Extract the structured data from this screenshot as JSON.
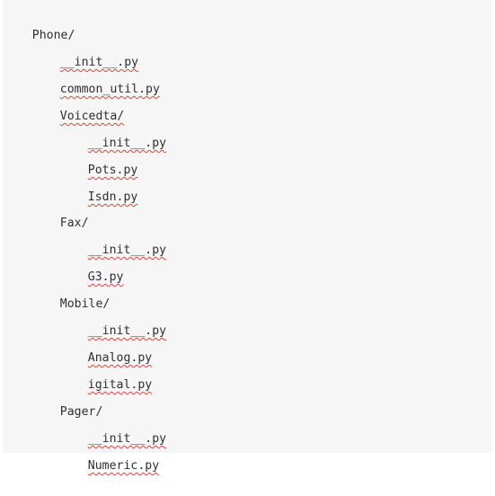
{
  "tree": {
    "root": "Phone/",
    "root_children": [
      {
        "label": "__init__.py"
      },
      {
        "label": "common_util.py"
      },
      {
        "label": "Voicedta/"
      },
      {
        "label": "__init__.py"
      },
      {
        "label": "Pots.py"
      },
      {
        "label": "Isdn.py"
      },
      {
        "label": "Fax/"
      },
      {
        "label": "__init__.py"
      },
      {
        "label": "G3.py"
      },
      {
        "label": "Mobile/"
      },
      {
        "label": "__init__.py"
      },
      {
        "label": "Analog.py"
      },
      {
        "label": "igital.py"
      },
      {
        "label": "Pager/"
      },
      {
        "label": "__init__.py"
      },
      {
        "label": "Numeric.py"
      }
    ]
  }
}
